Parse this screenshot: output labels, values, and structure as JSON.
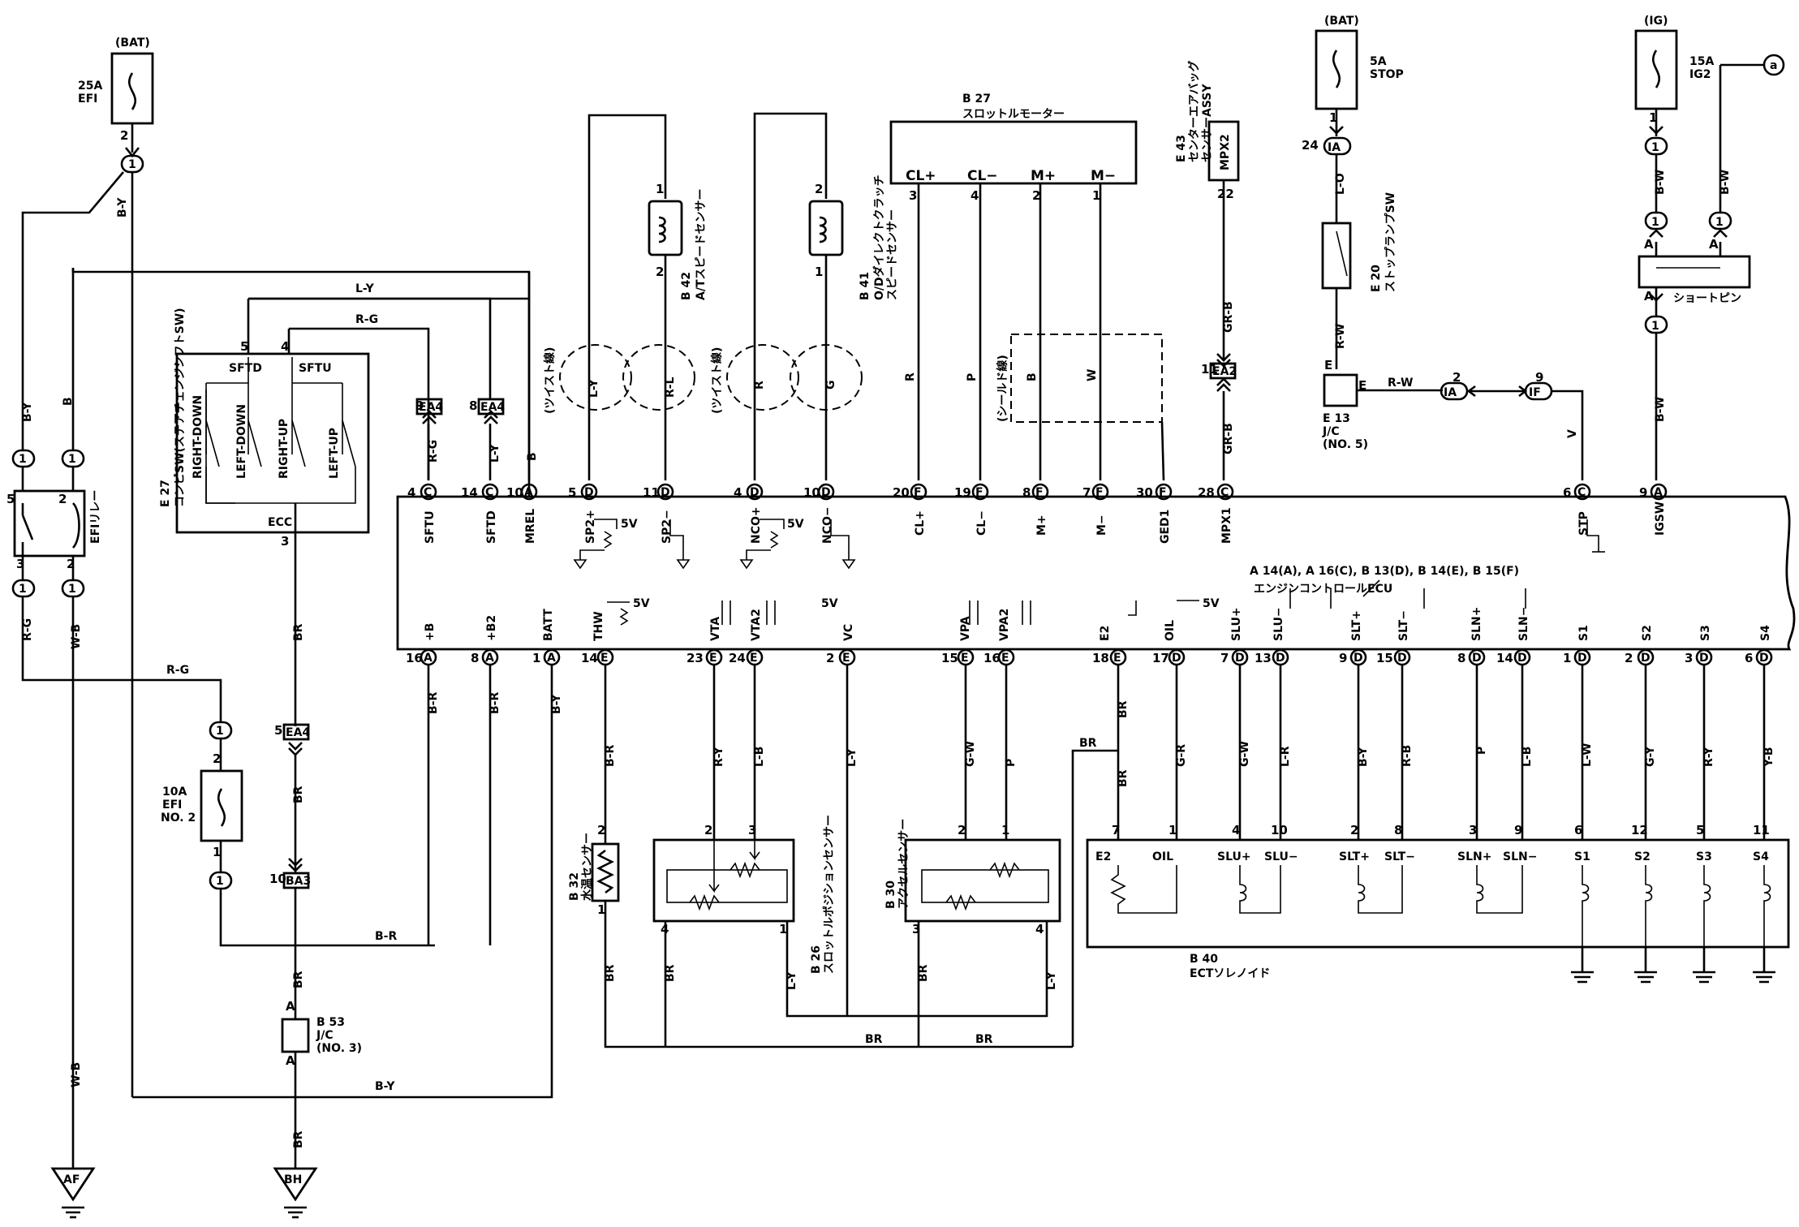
{
  "top": {
    "bat1": "(BAT)",
    "fuse1": "25A",
    "fuse1b": "EFI",
    "bat2": "(BAT)",
    "fuse2": "5A",
    "fuse2b": "STOP",
    "ig": "(IG)",
    "fuse3": "15A",
    "fuse3b": "IG2"
  },
  "throttle_motor": {
    "code": "B 27",
    "name": "スロットルモーター",
    "pins": [
      "CL+",
      "CL−",
      "M+",
      "M−"
    ],
    "nums": [
      "3",
      "4",
      "2",
      "1"
    ]
  },
  "airbag": {
    "code": "E 43",
    "name1": "センターエアバッグ",
    "name2": "センサーASSY",
    "pin": "MPX2",
    "num": "22"
  },
  "stop_sw": {
    "code": "E 20",
    "name": "ストップランプSW"
  },
  "short_pin": {
    "name": "ショートピン"
  },
  "speed_sensor1": {
    "code": "B 42",
    "name": "A/Tスピードセンサー"
  },
  "speed_sensor2": {
    "code": "B 41",
    "name1": "O/Dダイレクトクラッチ",
    "name2": "スピードセンサー"
  },
  "combi_sw": {
    "code": "E 27",
    "name": "コンビSW(ステアチェンジシフトSW)",
    "right_down": "RIGHT-DOWN",
    "left_down": "LEFT-DOWN",
    "right_up": "RIGHT-UP",
    "left_up": "LEFT-UP",
    "sftd": "SFTD",
    "sftu": "SFTU",
    "ecc": "ECC"
  },
  "efi_relay": {
    "name": "EFIリレー"
  },
  "fuse_efi2": {
    "a": "10A",
    "b": "EFI",
    "c": "NO. 2"
  },
  "jc": {
    "e13a": "E 13",
    "e13b": "J/C",
    "e13c": "(NO. 5)",
    "b53a": "B 53",
    "b53b": "J/C",
    "b53c": "(NO. 3)"
  },
  "labels": {
    "twist": "(ツイスト線)",
    "shield": "(シールド線)"
  },
  "ecu": {
    "name": "エンジンコントロールECU",
    "connectors": "A 14(A), A 16(C), B 13(D), B 14(E), B 15(F)",
    "top_pins": [
      "SFTU",
      "SFTD",
      "MREL",
      "SP2+",
      "SP2−",
      "NCO+",
      "NCO−",
      "CL+",
      "CL−",
      "M+",
      "M−",
      "GED1",
      "MPX1",
      "STP",
      "IGSW"
    ],
    "bottom_pins": [
      "+B",
      "+B2",
      "BATT",
      "THW",
      "VTA",
      "VTA2",
      "VC",
      "VPA",
      "VPA2",
      "E2",
      "OIL",
      "SLU+",
      "SLU−",
      "SLT+",
      "SLT−",
      "SLN+",
      "SLN−",
      "S1",
      "S2",
      "S3",
      "S4"
    ],
    "v5": "5V"
  },
  "water_sensor": {
    "code": "B 32",
    "name": "水温センサー"
  },
  "throttle_sensor": {
    "code": "B 26",
    "name": "スロットルポジションセンサー"
  },
  "accel_sensor": {
    "code": "B 30",
    "name": "アクセルセンサー"
  },
  "solenoid": {
    "code": "B 40",
    "name": "ECTソレノイド",
    "pins": [
      "E2",
      "OIL",
      "SLU+",
      "SLU−",
      "SLT+",
      "SLT−",
      "SLN+",
      "SLN−",
      "S1",
      "S2",
      "S3",
      "S4"
    ],
    "nums": [
      "7",
      "1",
      "4",
      "10",
      "2",
      "8",
      "3",
      "9",
      "6",
      "12",
      "5",
      "11"
    ]
  },
  "grounds": {
    "af": "AF",
    "bh": "BH"
  },
  "wires": {
    "by": "B-Y",
    "b": "B",
    "rg": "R-G",
    "wb": "W-B",
    "ly": "L-Y",
    "br": "BR",
    "br2": "B-R",
    "rl": "R-L",
    "r": "R",
    "g": "G",
    "p": "P",
    "w": "W",
    "grb": "GR-B",
    "lo": "L-O",
    "rw": "R-W",
    "v": "V",
    "bw": "B-W",
    "ry": "R-Y",
    "lb": "L-B",
    "gw": "G-W",
    "gr": "G-R",
    "lr": "L-R",
    "rb": "R-B",
    "lw": "L-W",
    "gy": "G-Y",
    "yb": "Y-B",
    "wbs": "W-B"
  },
  "conn": {
    "ea4": "EA4",
    "ea2": "EA2",
    "ba3": "BA3",
    "ia": "IA",
    "if": "IF"
  }
}
